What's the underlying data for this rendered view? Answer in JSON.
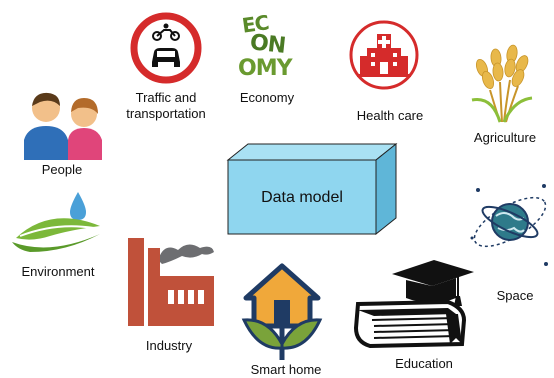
{
  "center": {
    "label": "Data model",
    "face_color": "#8fd6ef",
    "side_color": "#5fb6d8",
    "top_color": "#a9e1f3"
  },
  "domains": {
    "traffic": "Traffic and\ntransportation",
    "economy": "Economy",
    "health": "Health care",
    "agriculture": "Agriculture",
    "people": "People",
    "environment": "Environment",
    "industry": "Industry",
    "smarthome": "Smart home",
    "education": "Education",
    "space": "Space"
  },
  "economy_logo": [
    "EC",
    "ON",
    "OMY"
  ],
  "colors": {
    "red": "#d52b2b",
    "green": "#5a8a2a",
    "brick": "#c0513a",
    "navy": "#1f3b64",
    "teal": "#2e7a8a"
  },
  "icons": [
    "traffic-sign-icon",
    "economy-text-icon",
    "hospital-icon",
    "wheat-icon",
    "people-icon",
    "water-leaf-icon",
    "factory-icon",
    "smart-home-icon",
    "graduation-book-icon",
    "globe-satellite-icon"
  ]
}
